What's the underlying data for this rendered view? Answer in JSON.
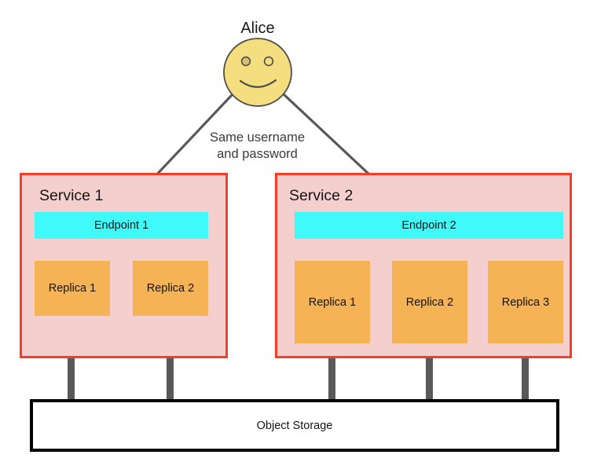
{
  "diagram": {
    "title_actor": "Alice",
    "edge_label_line1": "Same username",
    "edge_label_line2": "and password",
    "actor_icon": "smiley-face-icon",
    "colors": {
      "background": "#ffffff",
      "service_fill": "#f4cfce",
      "service_border": "#fb3c25",
      "endpoint_fill": "#40f9f9",
      "replica_fill": "#f6b355",
      "storage_fill": "#ffffff",
      "storage_border": "#000000",
      "connector": "#595959",
      "arrow": "#595959",
      "actor_fill": "#f4de7f",
      "actor_stroke": "#4d4d4d",
      "text_dark": "#141414",
      "text_gray": "#3b3b3b"
    },
    "services": [
      {
        "title": "Service 1",
        "endpoint": "Endpoint 1",
        "replicas": [
          "Replica 1",
          "Replica 2"
        ]
      },
      {
        "title": "Service 2",
        "endpoint": "Endpoint 2",
        "replicas": [
          "Replica 1",
          "Replica 2",
          "Replica 3"
        ]
      }
    ],
    "storage": {
      "label": "Object Storage"
    }
  }
}
